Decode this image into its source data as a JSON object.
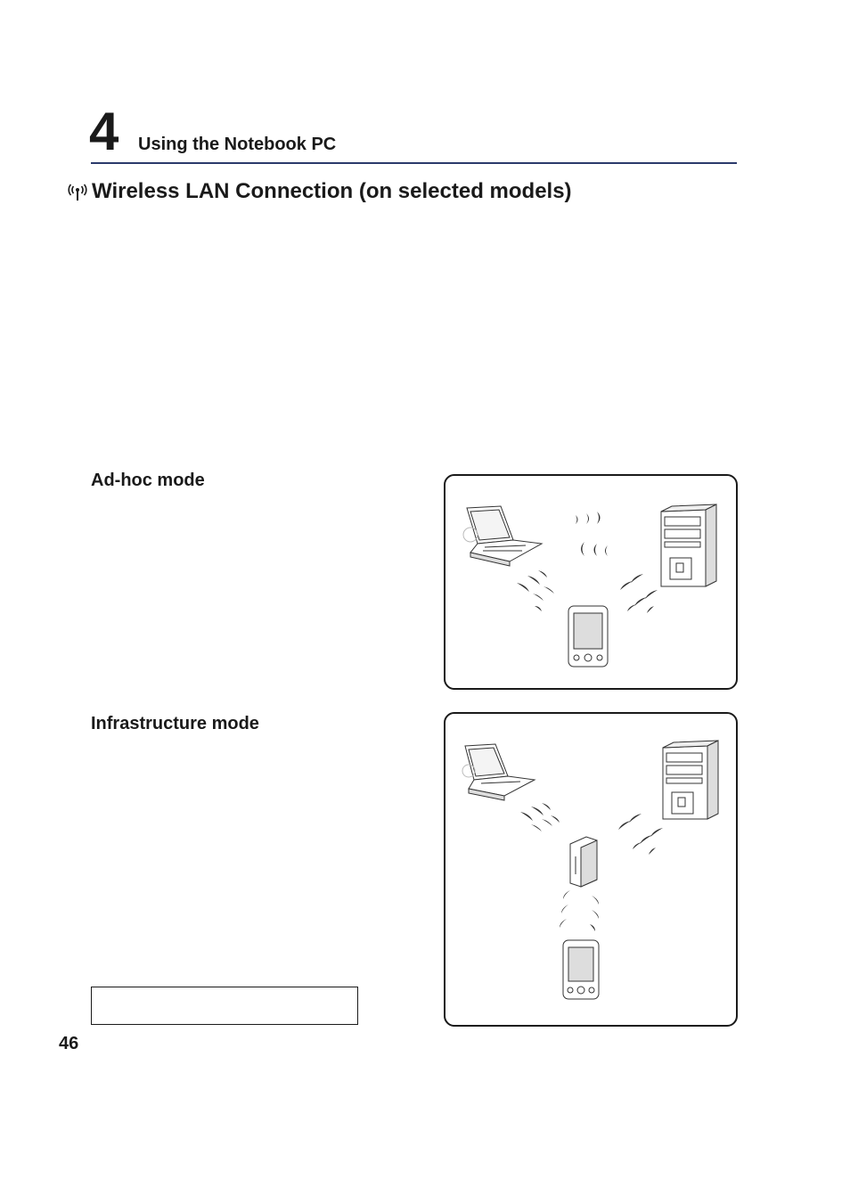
{
  "header": {
    "chapter_number": "4",
    "chapter_title": "Using the Notebook PC"
  },
  "section": {
    "title": "Wireless LAN Connection (on selected models)",
    "icon": "wireless-antenna-icon"
  },
  "adhoc": {
    "title": "Ad-hoc mode",
    "diagram_devices": [
      "notebook-pc",
      "desktop-pc",
      "pda"
    ]
  },
  "infrastructure": {
    "title": "Infrastructure mode",
    "diagram_devices": [
      "notebook-pc",
      "desktop-pc",
      "access-point",
      "pda"
    ]
  },
  "footer": {
    "page_number": "46"
  },
  "colors": {
    "rule": "#2b3a6b",
    "text": "#1a1a1a"
  }
}
